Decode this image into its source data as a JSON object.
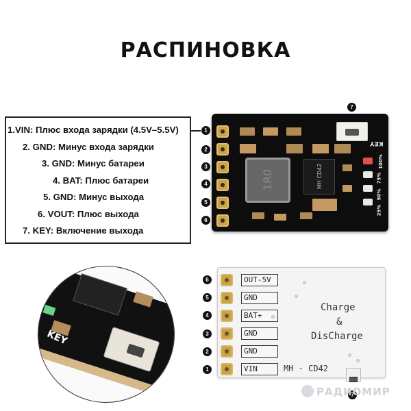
{
  "title": "РАСПИНОВКА",
  "pins": [
    {
      "text": "1.VIN: Плюс входа зарядки (4.5V–5.5V)",
      "badge": "1"
    },
    {
      "text": "2. GND: Минус входа зарядки",
      "badge": "2"
    },
    {
      "text": "3. GND: Минус батареи",
      "badge": "3"
    },
    {
      "text": "4. BAT: Плюс батареи",
      "badge": "4"
    },
    {
      "text": "5. GND: Минус выхода",
      "badge": "5"
    },
    {
      "text": "6. VOUT: Плюс выхода",
      "badge": "6"
    },
    {
      "text": "7. KEY: Включение выхода",
      "badge": "7"
    }
  ],
  "top_board": {
    "chip_text": "MH CD42",
    "inductor_text": "1R0",
    "key_silk": "KEY",
    "led_silk": [
      "100%",
      "75%",
      "50%",
      "25%"
    ]
  },
  "bottom_board": {
    "pad_labels": [
      "OUT-5V",
      "GND",
      "BAT+",
      "GND",
      "GND",
      "VIN"
    ],
    "badges": [
      "6",
      "5",
      "4",
      "3",
      "2",
      "1"
    ],
    "line1": "Charge",
    "line2": "&",
    "line3": "DisCharge",
    "model": "MH - CD42",
    "switch_badge": "7"
  },
  "zoom": {
    "key_silk": "KEY"
  },
  "watermark": "РАДИОМИР",
  "colors": {
    "pcb_black": "#0d0d0d",
    "pad_gold": "#c9a24a",
    "badge": "#111111"
  }
}
